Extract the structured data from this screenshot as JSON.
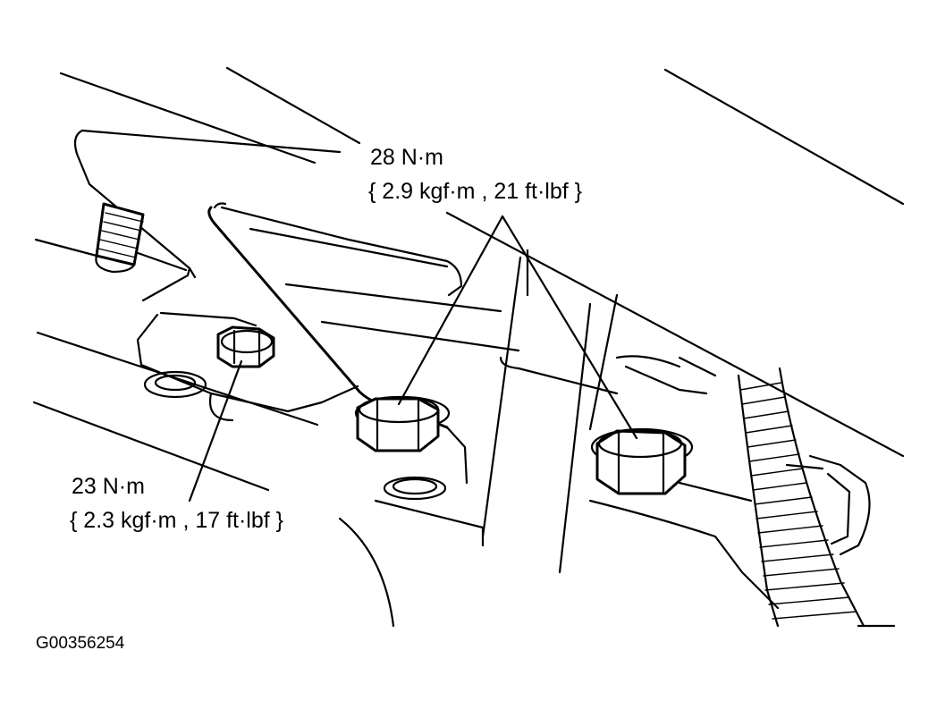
{
  "callouts": {
    "upper": {
      "torque_nm": "28 N·m",
      "torque_alt": "{ 2.9 kgf·m , 21 ft·lbf }"
    },
    "lower": {
      "torque_nm": "23 N·m",
      "torque_alt": "{ 2.3 kgf·m , 17 ft·lbf }"
    }
  },
  "figure_code": "G00356254",
  "colors": {
    "ink": "#000000",
    "background": "#ffffff"
  }
}
